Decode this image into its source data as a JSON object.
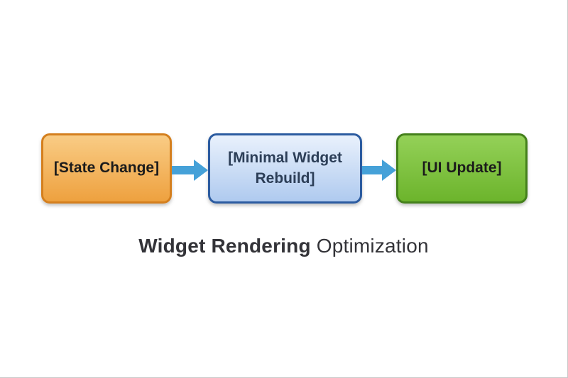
{
  "diagram": {
    "nodes": [
      {
        "id": "state-change",
        "label": "[State Change]",
        "fill_top": "#F9CC85",
        "fill_bottom": "#EEA13F",
        "border_color": "#D47F1E",
        "text_color": "#1B1B1B"
      },
      {
        "id": "minimal-widget-rebuild",
        "label": "[Minimal Widget\nRebuild]",
        "fill_top": "#E9F1FC",
        "fill_bottom": "#AFCAEF",
        "border_color": "#2B5BA0",
        "text_color": "#2C3E57"
      },
      {
        "id": "ui-update",
        "label": "[UI Update]",
        "fill_top": "#94D158",
        "fill_bottom": "#6CB42C",
        "border_color": "#44801B",
        "text_color": "#1B1B1B"
      }
    ],
    "arrow_color": "#45A1D8",
    "arrow_stroke": "#3892C6",
    "caption": {
      "bold_text": "Widget Rendering",
      "regular_text": "Optimization",
      "color": "#333338"
    }
  }
}
